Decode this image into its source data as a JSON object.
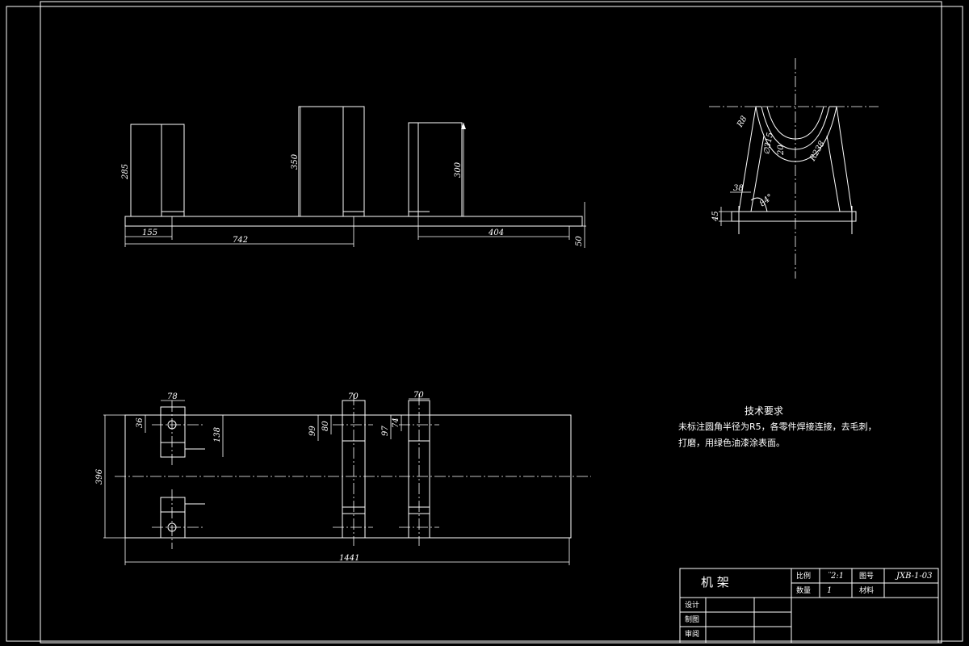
{
  "front_view": {
    "dims": {
      "h_left": "285",
      "h_mid": "350",
      "h_right": "300",
      "left_offset": "155",
      "mid_offset": "742",
      "right_offset": "404",
      "base_thk": "50"
    }
  },
  "side_view": {
    "dims": {
      "r_top": "R8",
      "d_inner": "∅315",
      "thk": "20",
      "r_outer": "R238",
      "width": "38",
      "angle": "84°",
      "base_h": "45"
    }
  },
  "top_view": {
    "dims": {
      "w_left": "78",
      "w_mid": "70",
      "w_right": "70",
      "y_left": "36",
      "y_mid1": "99",
      "y_mid2": "80",
      "y_right1": "97",
      "y_right2": "74",
      "h_left": "138",
      "width": "396",
      "length": "1441"
    }
  },
  "tech_req": {
    "title": "技术要求",
    "line1": "未标注圆角半径为R5，各零件焊接连接，去毛刺，",
    "line2": "打磨，用绿色油漆涂表面。"
  },
  "title_block": {
    "part_name": "机    架",
    "scale_label": "比例",
    "scale_value": "¨2:1",
    "drawing_no_label": "图号",
    "drawing_no_value": "JXB-1-03",
    "qty_label": "数量",
    "qty_value": "1",
    "material_label": "材料",
    "designer_label": "设计",
    "drafter_label": "制图",
    "checker_label": "审阅"
  }
}
